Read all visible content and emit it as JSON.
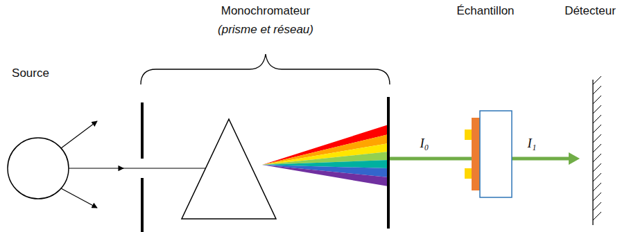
{
  "diagram": {
    "labels": [
      "Monochromateur",
      "(prisme et réseau)",
      "Source",
      "Échantillon",
      "Détecteur",
      "I₀",
      "I₁"
    ]
  }
}
